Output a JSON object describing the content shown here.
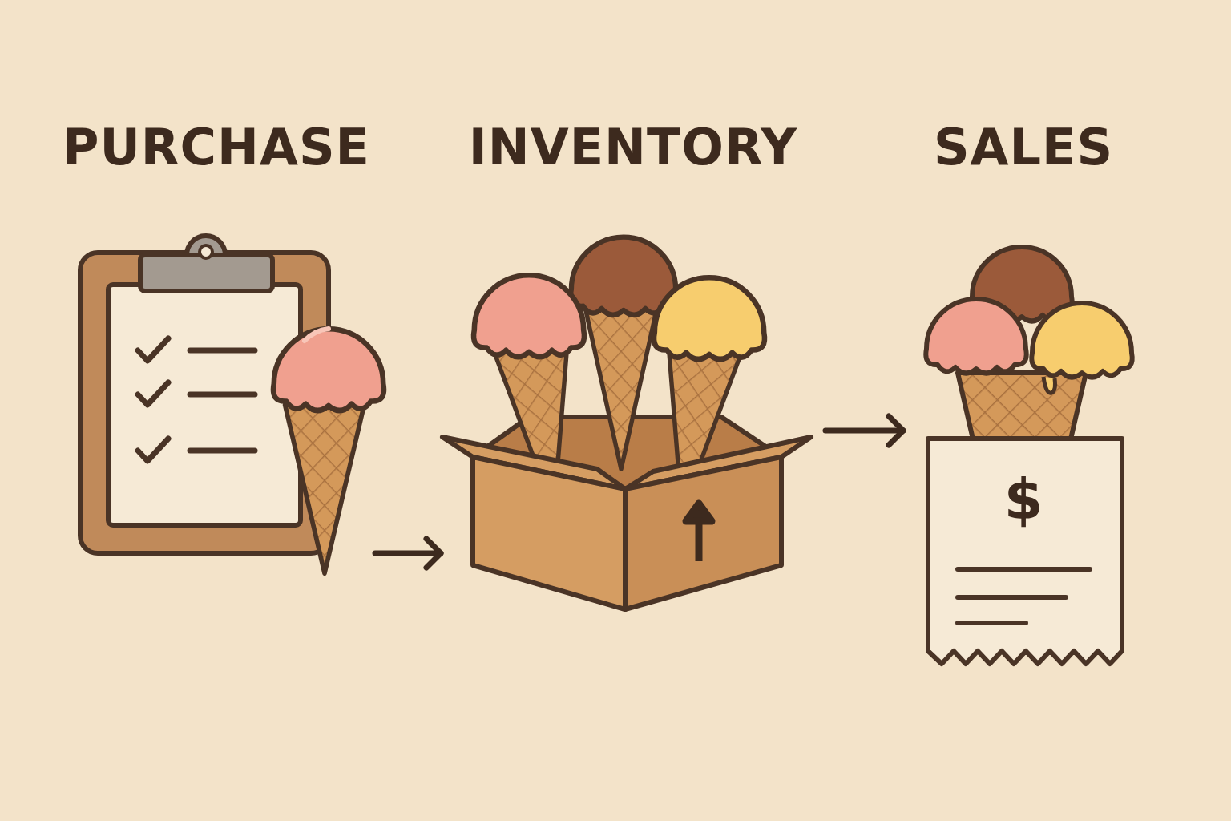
{
  "diagram": {
    "nodes": [
      {
        "text": [
          "PURCHASE"
        ]
      },
      {
        "text": [
          "INVENTORY"
        ]
      },
      {
        "text": [
          "SALES",
          "$"
        ]
      }
    ],
    "edges": [
      {
        "from": 0,
        "to": 1,
        "arrow": "to"
      },
      {
        "from": 1,
        "to": 2,
        "arrow": "to"
      }
    ]
  }
}
